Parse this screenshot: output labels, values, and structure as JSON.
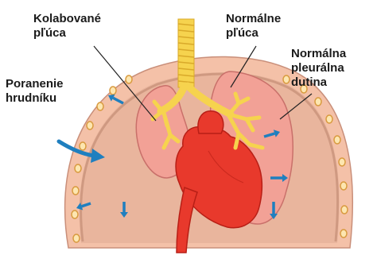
{
  "labels": {
    "collapsed_lung": [
      "Kolabované",
      "pľúca"
    ],
    "normal_lung": [
      "Normálne",
      "pľúca"
    ],
    "normal_cavity": [
      "Normálna",
      "pleurálna",
      "dutina"
    ],
    "chest_injury": [
      "Poranenie",
      "hrudníku"
    ]
  },
  "colors": {
    "chest_wall": "#f4c1a8",
    "chest_wall_border": "#c98f7a",
    "rib_dot_ring": "#d89a3e",
    "rib_dot_fill": "#fde6b0",
    "pleural_cavity": "#e9b59d",
    "cavity_shadow": "#b07860",
    "lung": "#f2a196",
    "lung_border": "#c9706a",
    "bronchi": "#f6d34e",
    "bronchi_dark": "#d9a92a",
    "heart": "#e8392c",
    "heart_dark": "#b81f16",
    "arrow": "#1f7fbf",
    "leader_line": "#222222"
  },
  "icons": [
    "arrow-icon"
  ]
}
